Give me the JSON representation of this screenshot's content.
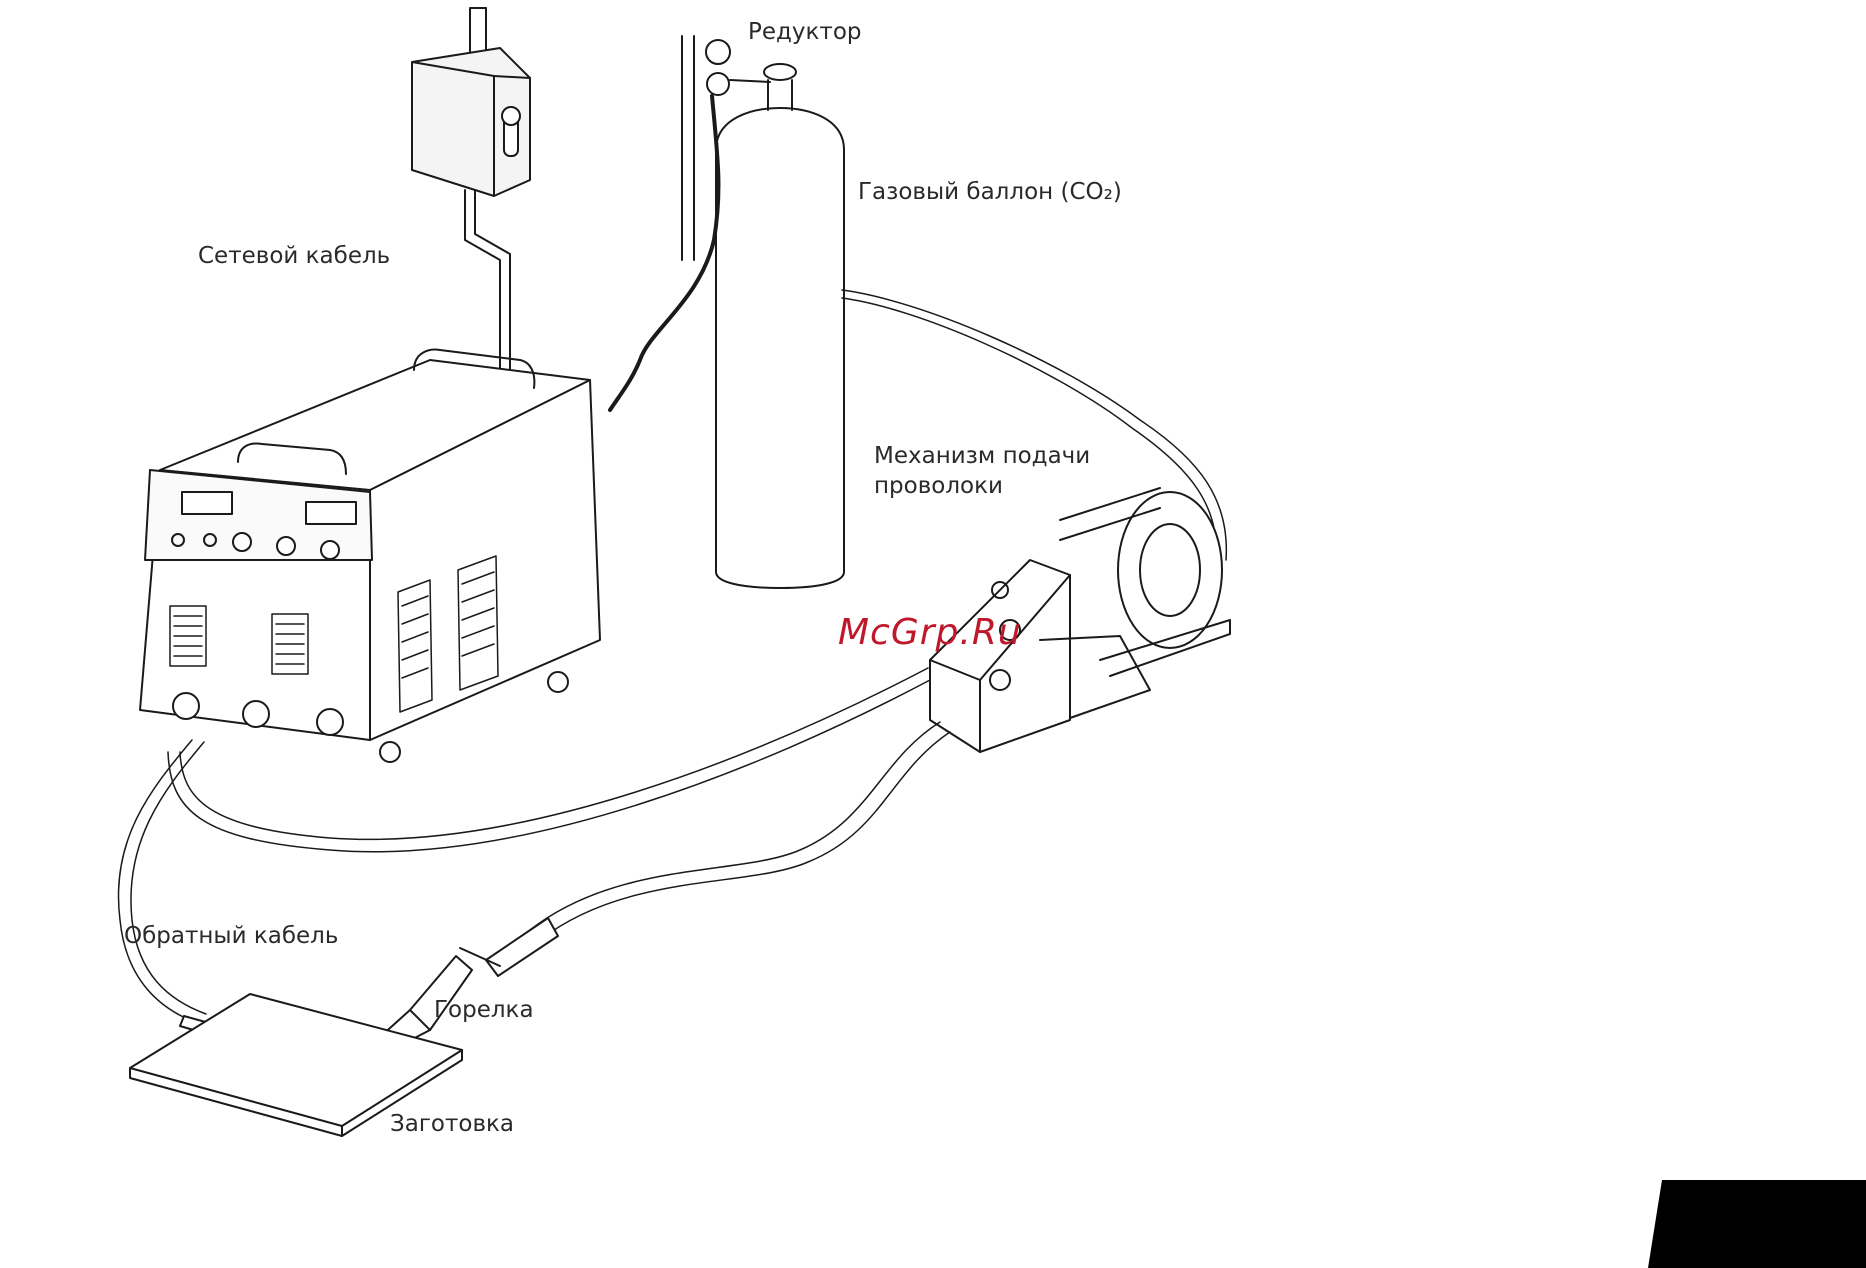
{
  "labels": {
    "reducer": "Редуктор",
    "gas_cylinder": "Газовый баллон (CO₂)",
    "mains_cable": "Сетевой кабель",
    "wire_feeder_line1": "Механизм подачи",
    "wire_feeder_line2": "проволоки",
    "return_cable": "Обратный кабель",
    "torch": "Горелка",
    "workpiece": "Заготовка"
  },
  "watermark": "McGrp.Ru",
  "colors": {
    "line": "#1a1a1a",
    "text": "#2a2a2a",
    "watermark": "#c0182b",
    "corner_tab": "#000000"
  }
}
